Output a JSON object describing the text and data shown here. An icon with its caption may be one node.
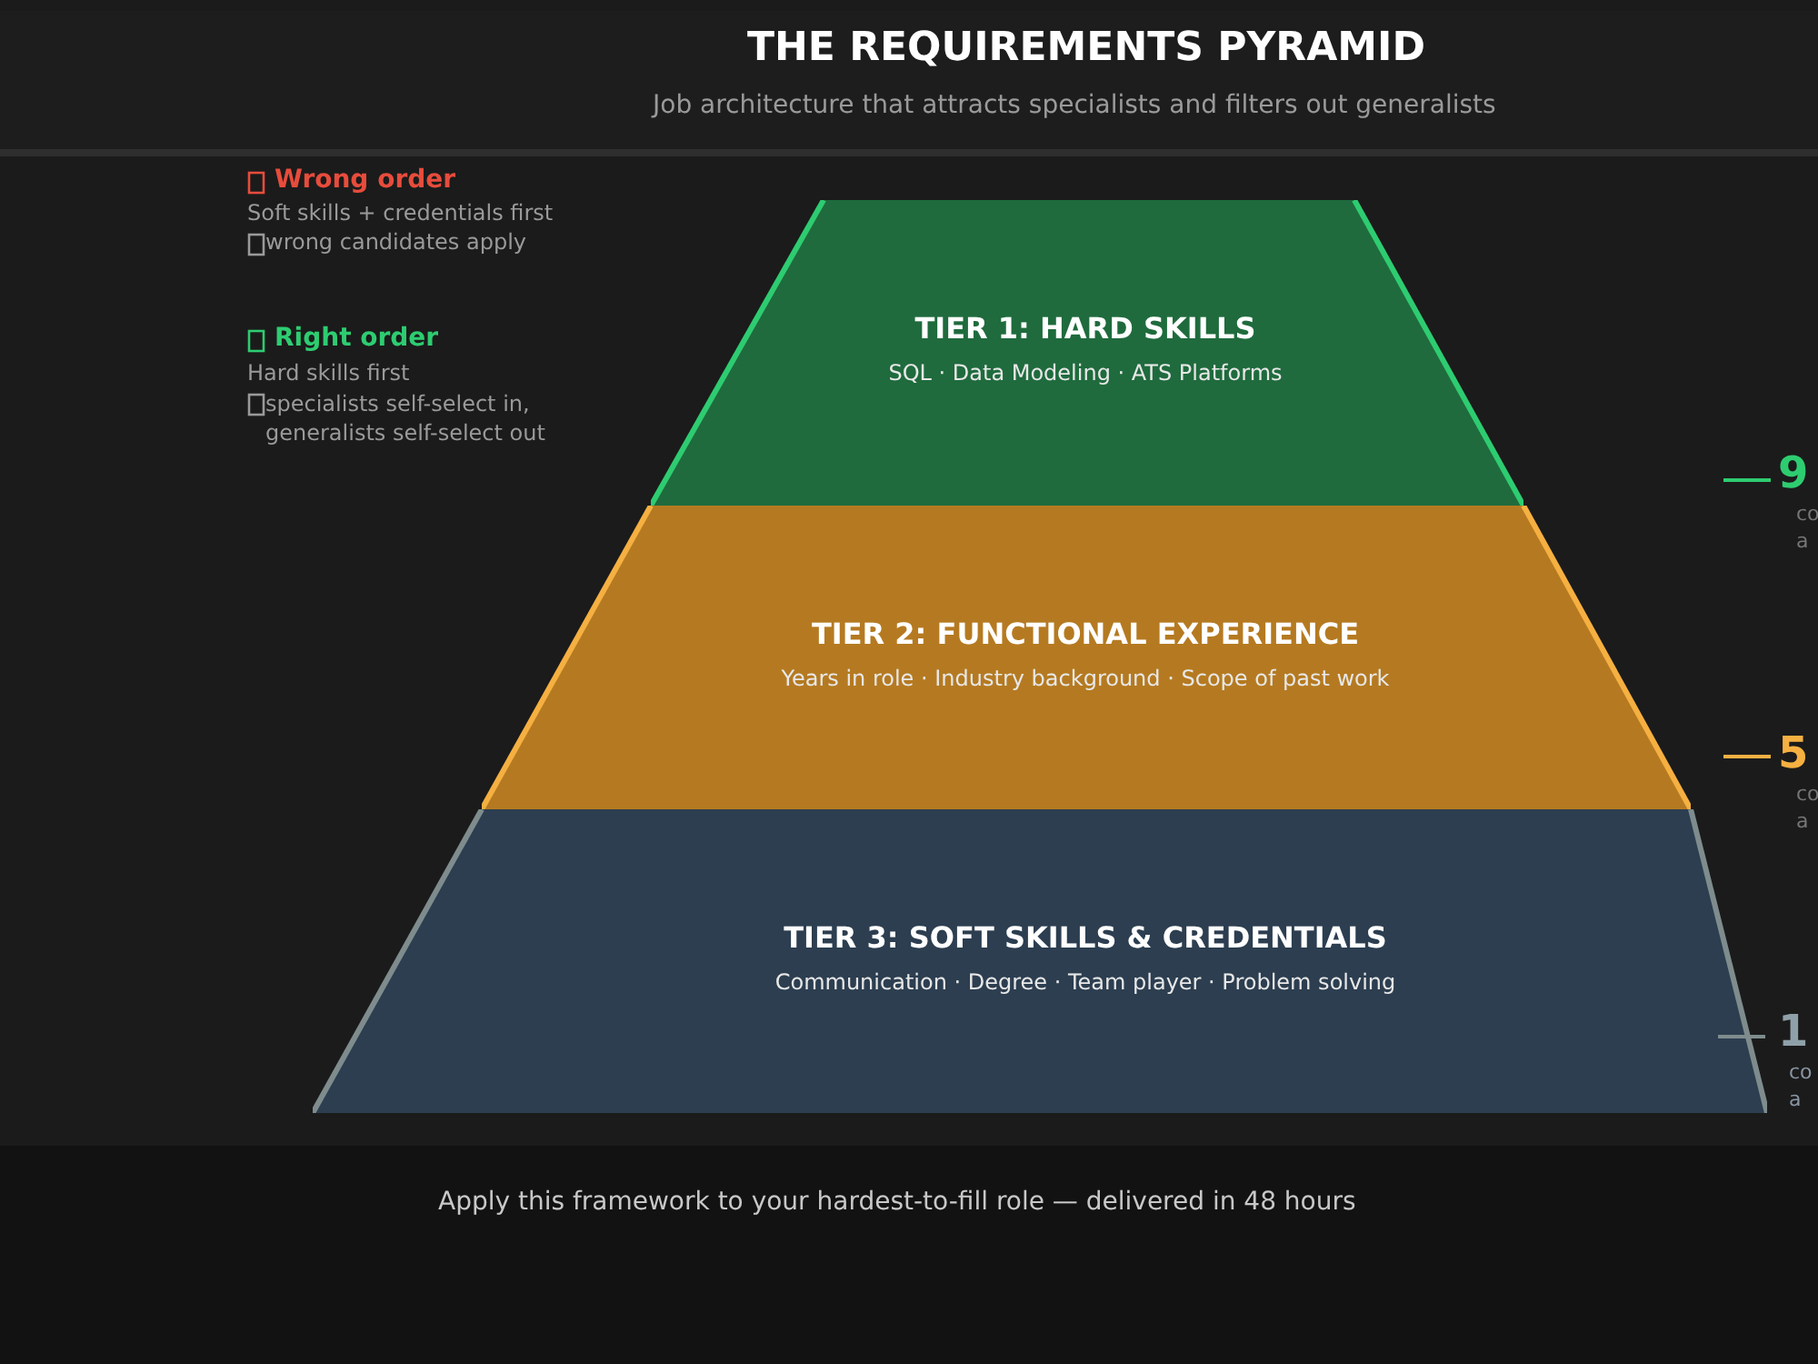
{
  "diagram": {
    "title": "THE REQUIREMENTS PYRAMID",
    "nodes": [
      {
        "text": [
          "TIER 1: HARD SKILLS",
          "SQL · Data Modeling · ATS Platforms"
        ]
      },
      {
        "text": [
          "TIER 2: FUNCTIONAL EXPERIENCE",
          "Years in role · Industry background · Scope of past work"
        ]
      },
      {
        "text": [
          "TIER 3: SOFT SKILLS & CREDENTIALS",
          "Communication · Degree · Team player · Problem solving"
        ]
      }
    ],
    "edges": [],
    "labels": [
      "Job architecture that attracts specialists and filters out generalists",
      "Wrong order",
      "Soft skills + credentials first",
      "wrong candidates apply",
      "Right order",
      "Hard skills first",
      "specialists self-select in, generalists self-select out",
      "9",
      "co",
      "a",
      "5",
      "co",
      "a",
      "1",
      "co",
      "a",
      "Apply this framework to your hardest-to-fill role — delivered in 48 hours"
    ]
  }
}
